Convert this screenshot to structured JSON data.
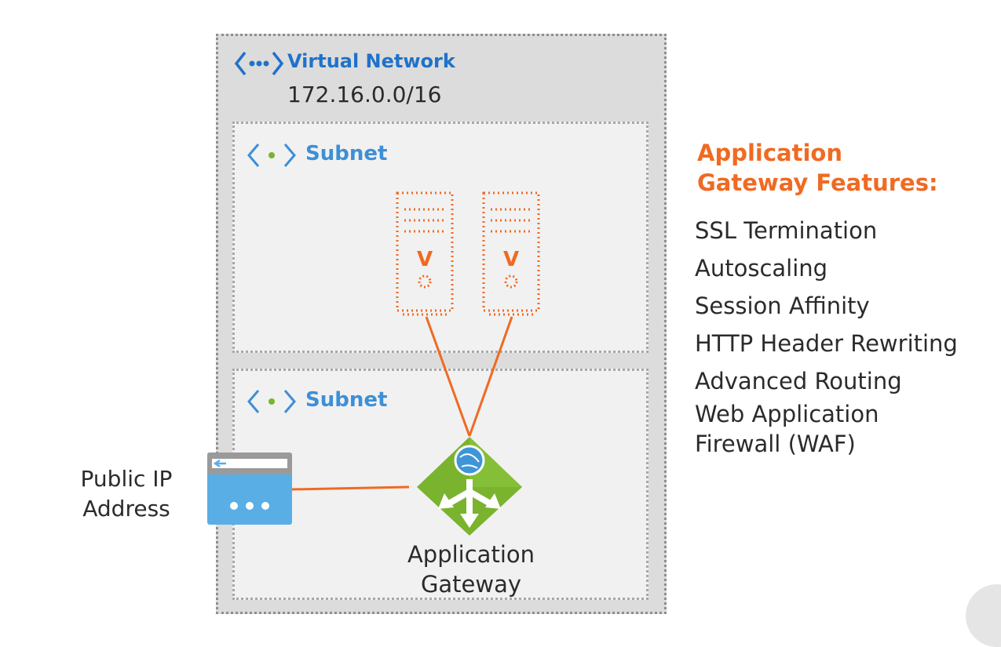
{
  "virtual_network": {
    "label": "Virtual Network",
    "cidr": "172.16.0.0/16",
    "icon": "virtual-network-icon"
  },
  "subnets": [
    {
      "label": "Subnet",
      "icon": "subnet-icon"
    },
    {
      "label": "Subnet",
      "icon": "subnet-icon"
    }
  ],
  "servers": [
    {
      "icon": "virtual-machine-icon",
      "glyph": "V"
    },
    {
      "icon": "virtual-machine-icon",
      "glyph": "V"
    }
  ],
  "public_ip": {
    "label_line1": "Public IP",
    "label_line2": "Address",
    "icon": "public-ip-icon"
  },
  "gateway": {
    "label_line1": "Application",
    "label_line2": "Gateway",
    "icon": "application-gateway-icon"
  },
  "features": {
    "title_line1": "Application",
    "title_line2": "Gateway Features:",
    "items": [
      "SSL Termination",
      "Autoscaling",
      "Session Affinity",
      "HTTP Header Rewriting",
      "Advanced Routing",
      "Web Application",
      "Firewall (WAF)"
    ]
  },
  "colors": {
    "accent_orange": "#f06a22",
    "vnet_blue": "#1f72c9",
    "subnet_blue": "#3d8fd6",
    "gateway_green": "#7ab32e",
    "ip_blue": "#5aaee6"
  }
}
